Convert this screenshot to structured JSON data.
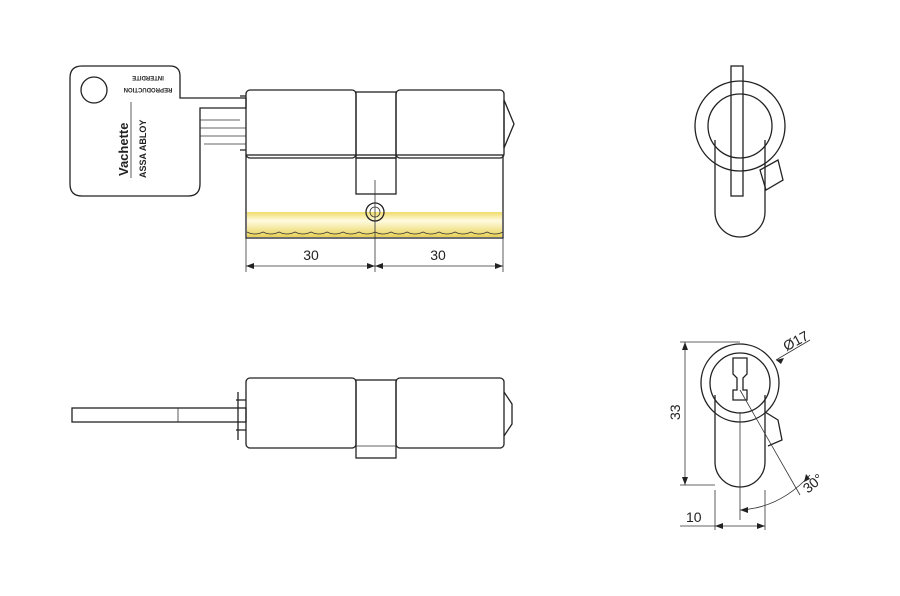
{
  "key": {
    "brand": "Vachette",
    "group": "ASSA ABLOY",
    "line1": "REPRODUCTION",
    "line2": "INTERDITE"
  },
  "dimensions": {
    "left_length": "30",
    "right_length": "30",
    "diameter": "Ø17",
    "height": "33",
    "width": "10",
    "cam_angle": "30°"
  },
  "colors": {
    "brass": "#f2e27a",
    "brass_light": "#fffbe0",
    "line": "#222222"
  }
}
